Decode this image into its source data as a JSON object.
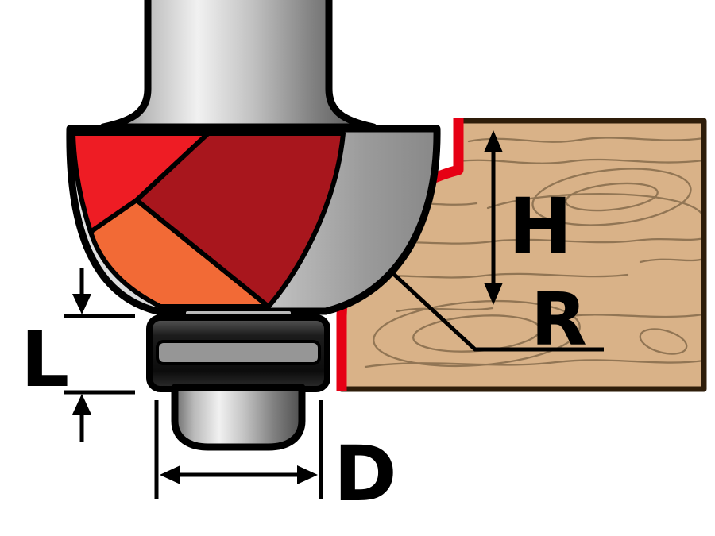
{
  "diagram": {
    "labels": {
      "height": "H",
      "radius": "R",
      "bearing_length": "L",
      "diameter": "D"
    },
    "colors": {
      "background": "#ffffff",
      "outline_black": "#000000",
      "cutter_bright_red": "#ee1c24",
      "cutter_dark_red": "#a8161d",
      "cutter_orange": "#f26a36",
      "cut_edge_red": "#e60014",
      "wood_fill": "#d9b288",
      "wood_grain": "#8a6f4f",
      "wood_outline": "#2e1d0a",
      "metal_light": "#f1f1f1",
      "metal_dark": "#4e4e4e",
      "bearing_dark": "#141414",
      "bearing_band": "#969696"
    }
  }
}
